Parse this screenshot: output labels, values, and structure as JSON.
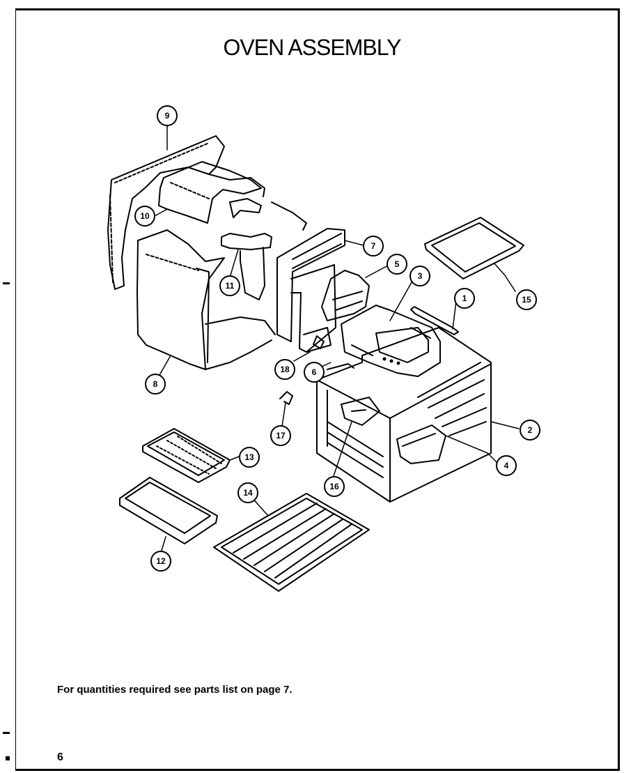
{
  "title": "OVEN ASSEMBLY",
  "note": "For quantities required see parts list on page 7.",
  "page_number": "6",
  "callouts": [
    "1",
    "2",
    "3",
    "4",
    "5",
    "6",
    "7",
    "8",
    "9",
    "10",
    "11",
    "12",
    "13",
    "14",
    "15",
    "16",
    "17",
    "18"
  ]
}
